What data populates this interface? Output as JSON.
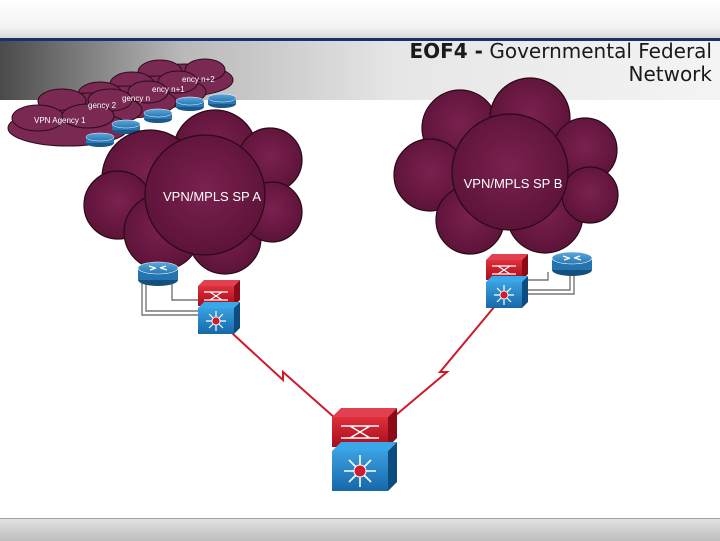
{
  "slide": {
    "title_bold": "EOF4 -",
    "title_rest": "Governmental Federal Network",
    "colors": {
      "cloud": "#6e1a44",
      "cloud_edge": "#3a0a22",
      "switch_red": "#c8102e",
      "switch_blue": "#1a7fc8",
      "router_blue": "#1c6ea6",
      "wan_link": "#cc1a2a"
    }
  },
  "clouds": {
    "sp_a_label": "VPN/MPLS SP A",
    "sp_b_label": "VPN/MPLS SP B",
    "agencies": [
      "VPN Agency 1",
      "gency 2",
      "gency n",
      "ency n+1",
      "ency n+2"
    ]
  },
  "icons": [
    "router-icon",
    "multilayer-switch-icon",
    "wan-link-icon"
  ]
}
